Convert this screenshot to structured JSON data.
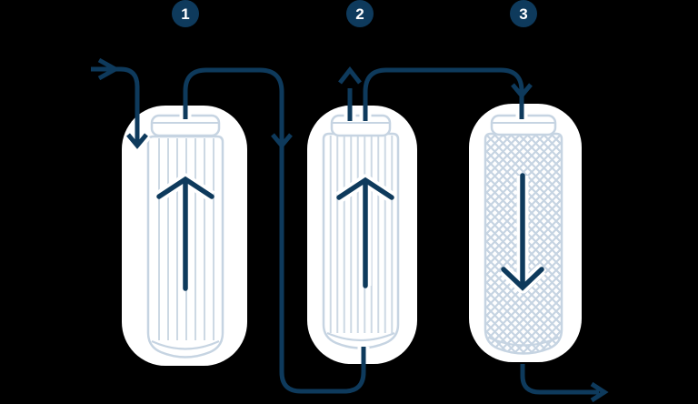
{
  "colors": {
    "background": "#000000",
    "navy": "#0e3a5c",
    "outline": "#c6d4e2",
    "stripe": "#cdd9e4",
    "white": "#ffffff"
  },
  "diagram": {
    "name": "three-stage-filtration-flow",
    "steps": [
      {
        "number": "1",
        "icon": "pleated-filter-cartridge",
        "flow_icon": "arrow-up"
      },
      {
        "number": "2",
        "icon": "pleated-filter-cartridge",
        "flow_icon": "arrow-up"
      },
      {
        "number": "3",
        "icon": "mesh-filter-cartridge",
        "flow_icon": "arrow-down"
      }
    ]
  }
}
